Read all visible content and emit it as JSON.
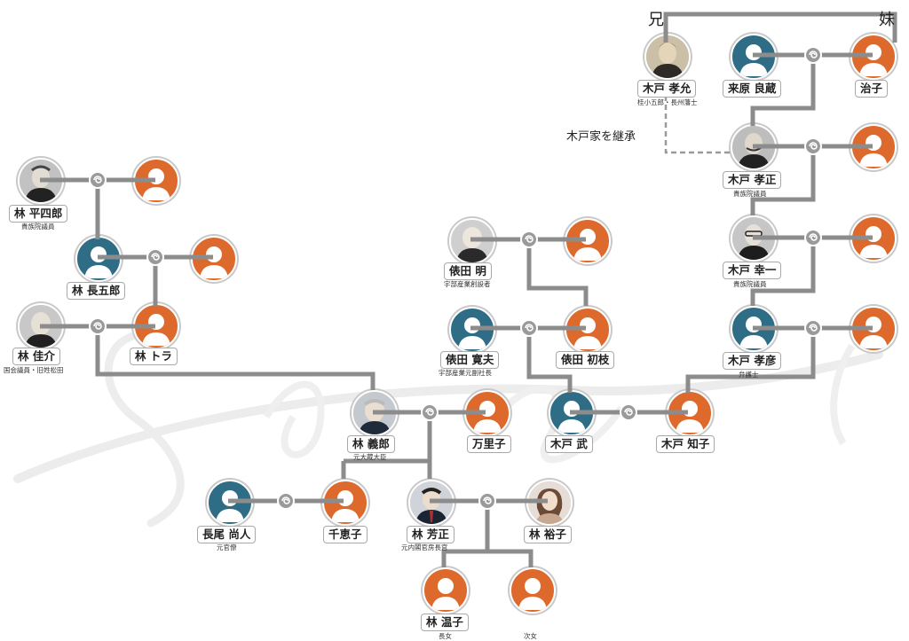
{
  "labels": {
    "elder_brother": "兄",
    "younger_sister": "妹",
    "succession_note": "木戸家を継承"
  },
  "people": {
    "kido_takayoshi": {
      "name": "木戸 孝允",
      "title": "桂小五郎・長州藩士"
    },
    "kurihara_ryozo": {
      "name": "来原 良蔵",
      "title": ""
    },
    "haruko": {
      "name": "治子",
      "title": ""
    },
    "kido_takamasa": {
      "name": "木戸 孝正",
      "title": "貴族院議員"
    },
    "kido_takamasa_wife": {
      "name": "",
      "title": ""
    },
    "kido_koichi": {
      "name": "木戸 幸一",
      "title": "貴族院議員"
    },
    "kido_koichi_wife": {
      "name": "",
      "title": ""
    },
    "kido_takahiko": {
      "name": "木戸 孝彦",
      "title": "弁護士"
    },
    "kido_takahiko_wife": {
      "name": "",
      "title": ""
    },
    "hayashi_heishiro": {
      "name": "林 平四郎",
      "title": "貴族院議員"
    },
    "heishiro_wife": {
      "name": "",
      "title": ""
    },
    "hayashi_chogoro": {
      "name": "林 長五郎",
      "title": ""
    },
    "chogoro_wife": {
      "name": "",
      "title": ""
    },
    "hayashi_keisuke": {
      "name": "林 佳介",
      "title": "国会議員・旧姓松田"
    },
    "hayashi_tora": {
      "name": "林 トラ",
      "title": ""
    },
    "tawarada_akira": {
      "name": "俵田 明",
      "title": "宇部産業創設者"
    },
    "akira_wife": {
      "name": "",
      "title": ""
    },
    "tawarada_hiroo": {
      "name": "俵田 寛夫",
      "title": "宇部産業元副社長"
    },
    "tawarada_hatsue": {
      "name": "俵田 初枝",
      "title": ""
    },
    "hayashi_yoshiro": {
      "name": "林 義郎",
      "title": "元大蔵大臣"
    },
    "mariko": {
      "name": "万里子",
      "title": ""
    },
    "kido_takeshi": {
      "name": "木戸 武",
      "title": ""
    },
    "kido_tomoko": {
      "name": "木戸 知子",
      "title": ""
    },
    "nagao_naoto": {
      "name": "長尾 尚人",
      "title": "元官僚"
    },
    "chieko": {
      "name": "千恵子",
      "title": ""
    },
    "hayashi_yoshimasa": {
      "name": "林 芳正",
      "title": "元内閣官房長官"
    },
    "hayashi_yuko": {
      "name": "林 裕子",
      "title": ""
    },
    "hayashi_atsuko": {
      "name": "林 温子",
      "title": "長女"
    },
    "second_daughter": {
      "name": "",
      "title": "次女"
    }
  },
  "watermark": "Satomi",
  "colors": {
    "male": "#2f6d86",
    "female": "#dd6a2c",
    "line": "#8c8c8c"
  }
}
